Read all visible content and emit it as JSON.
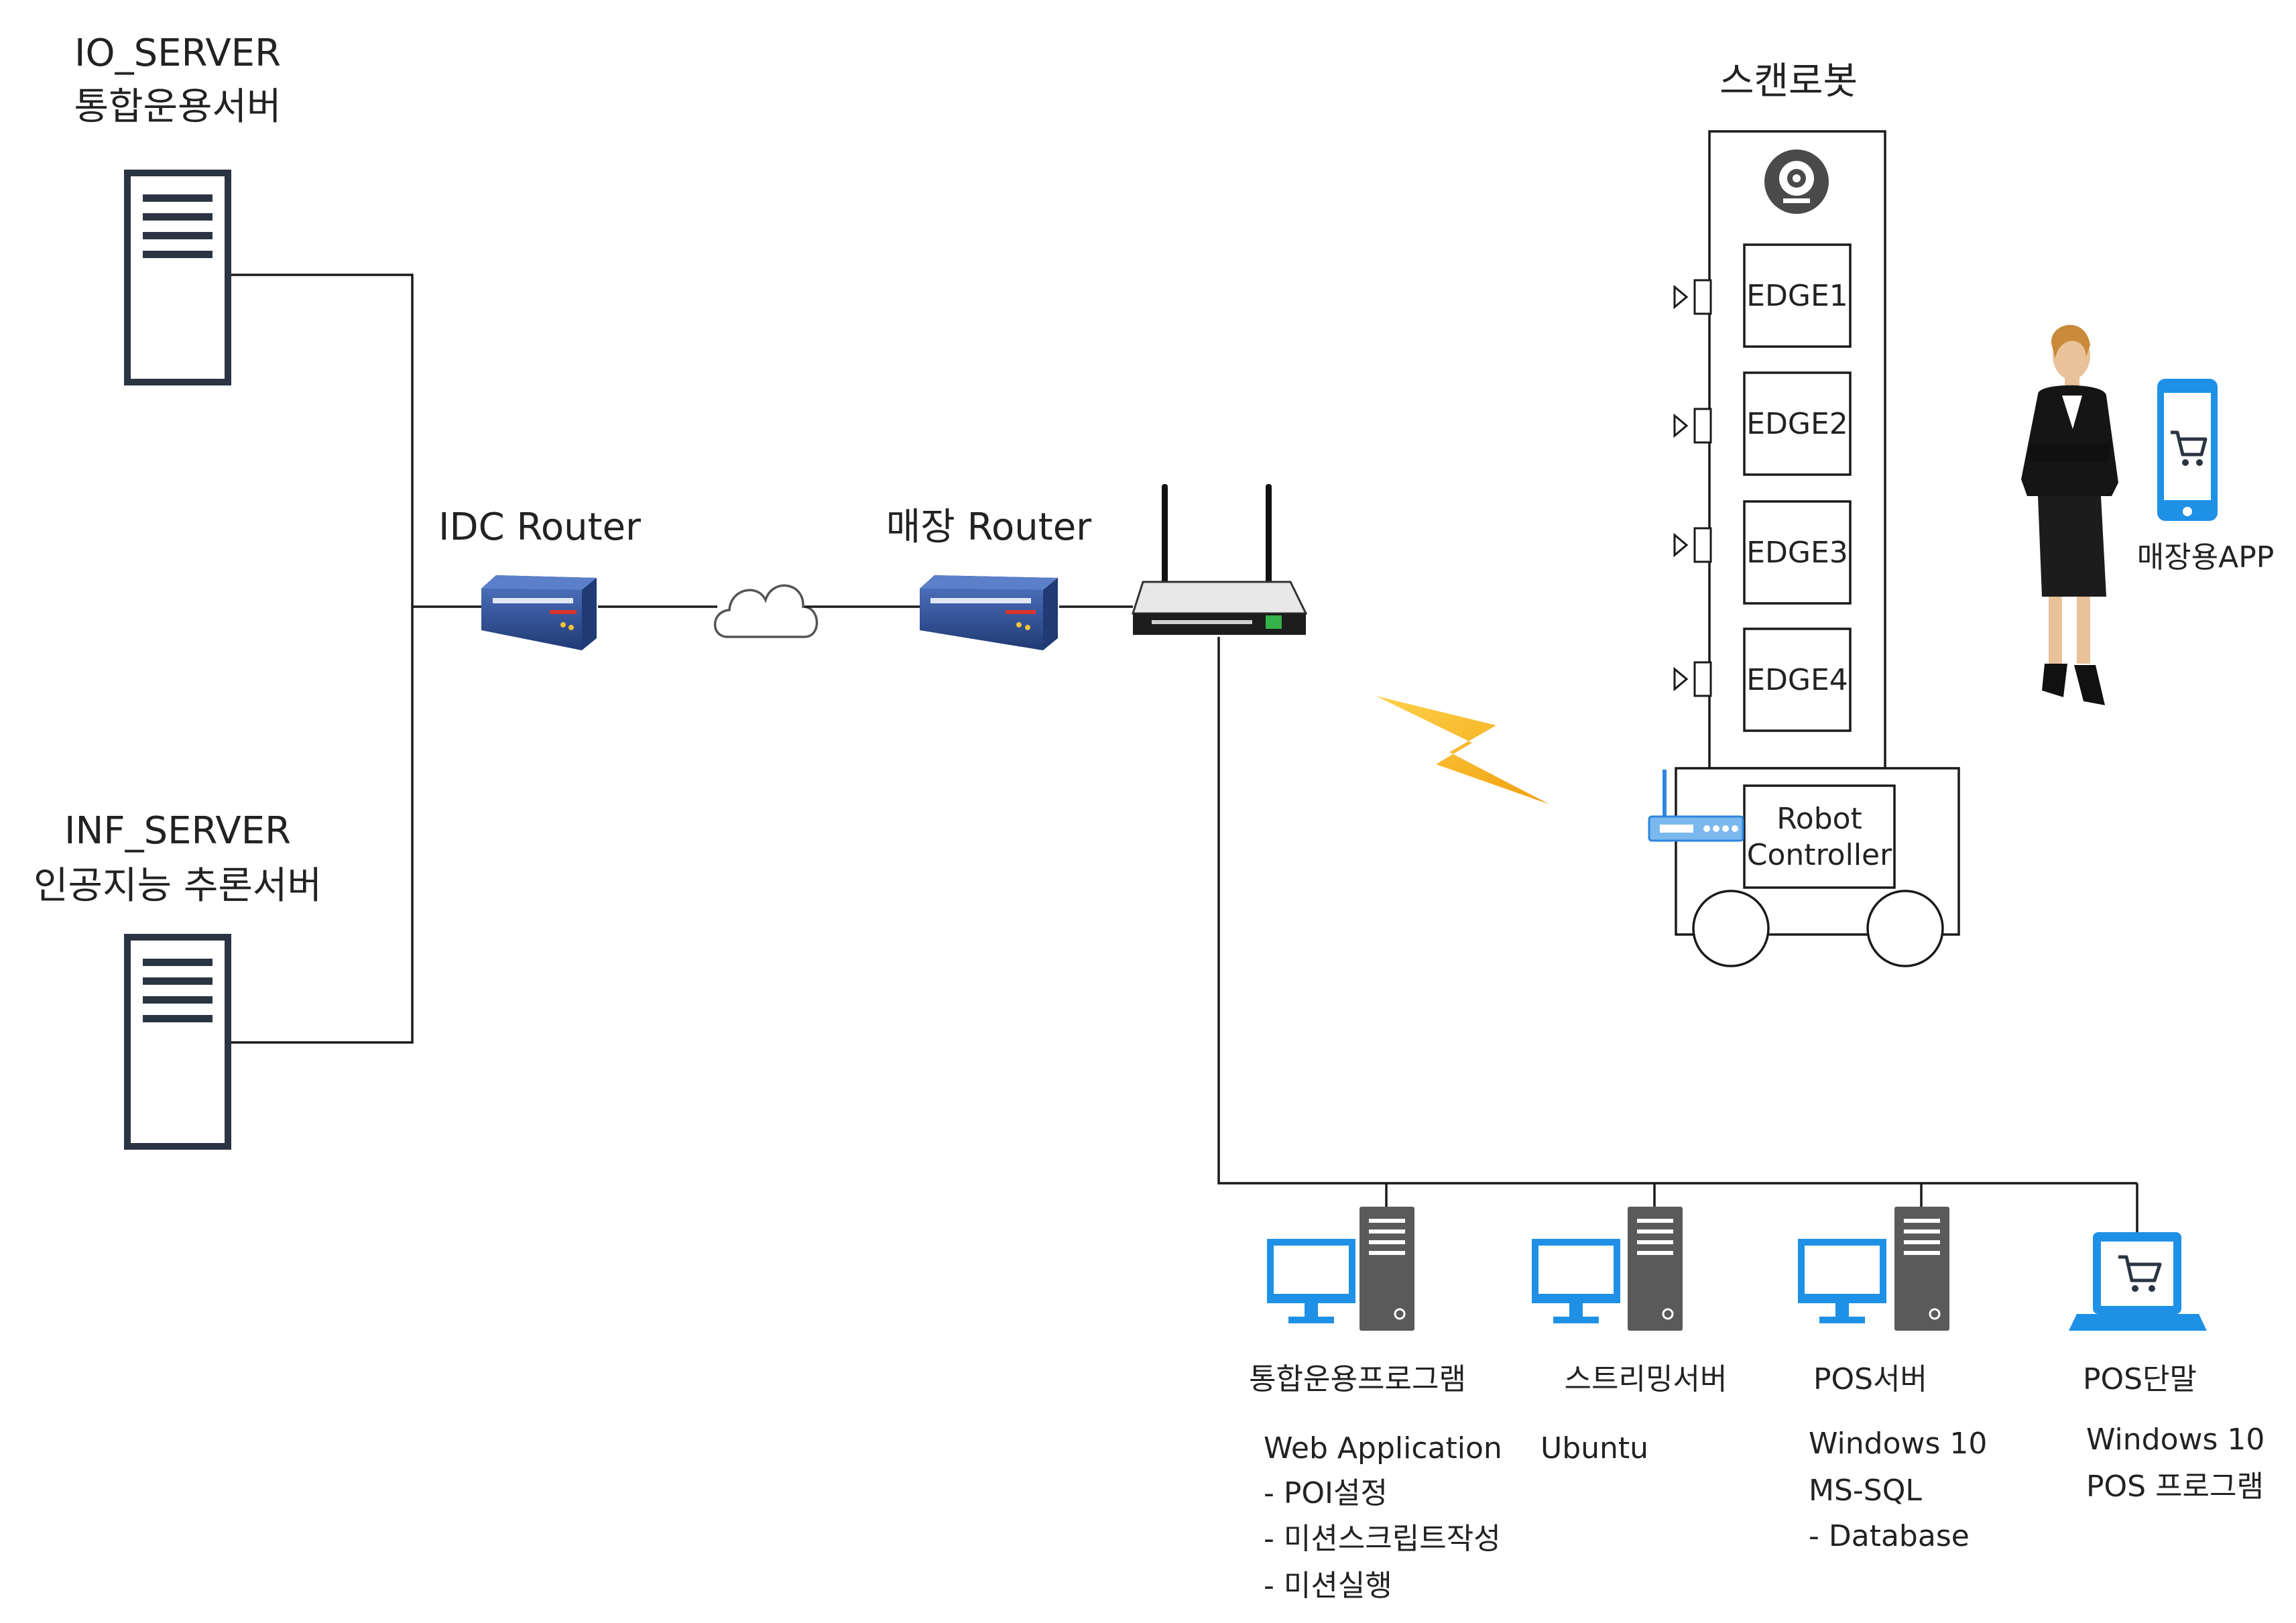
{
  "servers": {
    "io": {
      "line1": "IO_SERVER",
      "line2": "통합운용서버"
    },
    "inf": {
      "line1": "INF_SERVER",
      "line2": "인공지능 추론서버"
    }
  },
  "routers": {
    "idc": "IDC Router",
    "store": "매장 Router"
  },
  "robot": {
    "title": "스캔로봇",
    "edges": [
      "EDGE1",
      "EDGE2",
      "EDGE3",
      "EDGE4"
    ],
    "controller_line1": "Robot",
    "controller_line2": "Controller"
  },
  "store_app": {
    "label": "매장용APP"
  },
  "clients": [
    {
      "title": "통합운용프로그램",
      "lines": [
        "Web Application",
        "- POI설정",
        "- 미션스크립트작성",
        "- 미션실행"
      ]
    },
    {
      "title": "스트리밍서버",
      "lines": [
        "Ubuntu"
      ]
    },
    {
      "title": "POS서버",
      "lines": [
        "Windows 10",
        "MS-SQL",
        "- Database"
      ]
    },
    {
      "title": "POS단말",
      "lines": [
        "Windows 10",
        "POS 프로그램"
      ]
    }
  ],
  "colors": {
    "device_blue": "#1e90e6",
    "server_dark": "#2b3442",
    "router_blue": "#2c4d8e",
    "bolt": "#f5b31b"
  }
}
